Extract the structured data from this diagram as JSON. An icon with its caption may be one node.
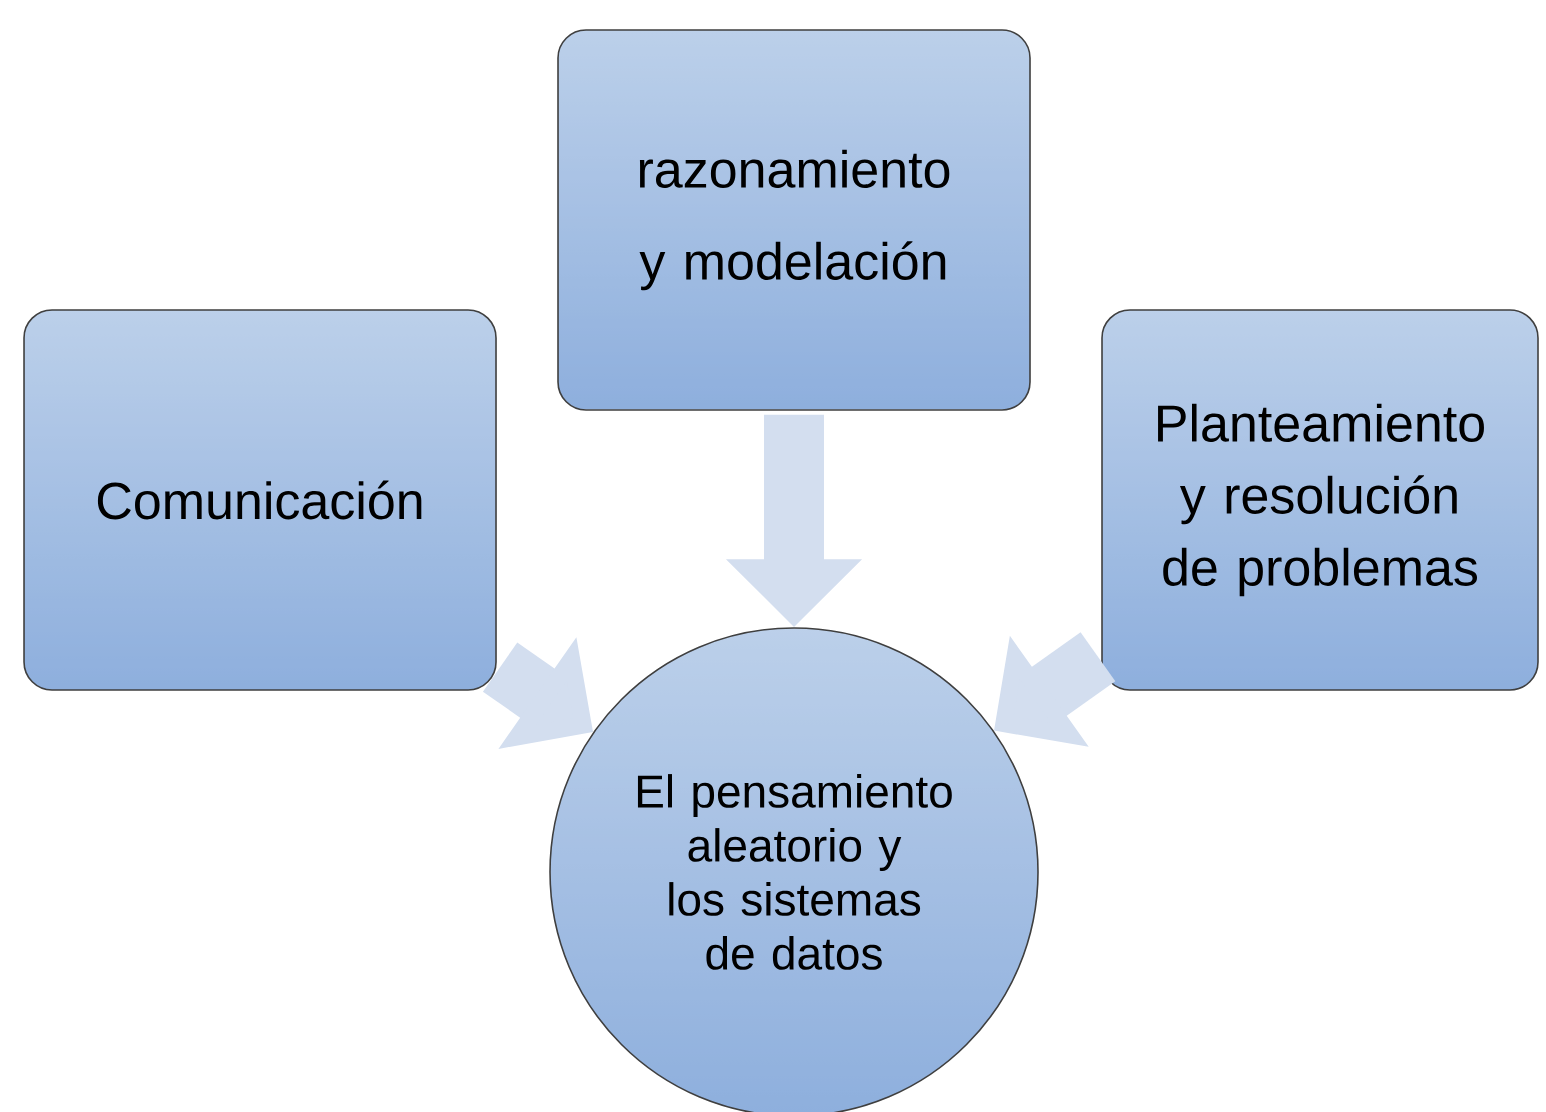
{
  "diagram": {
    "nodes": [
      {
        "text": [
          "Comunicación"
        ]
      },
      {
        "text": [
          "razonamiento y modelación"
        ]
      },
      {
        "text": [
          "Planteamiento y resolución de problemas"
        ]
      },
      {
        "text": [
          "El pensamiento aleatorio y los sistemas de datos"
        ]
      }
    ],
    "edges": [
      {
        "from": 0,
        "to": 3,
        "arrow": "to"
      },
      {
        "from": 1,
        "to": 3,
        "arrow": "to"
      },
      {
        "from": 2,
        "to": 3,
        "arrow": "to"
      }
    ]
  }
}
